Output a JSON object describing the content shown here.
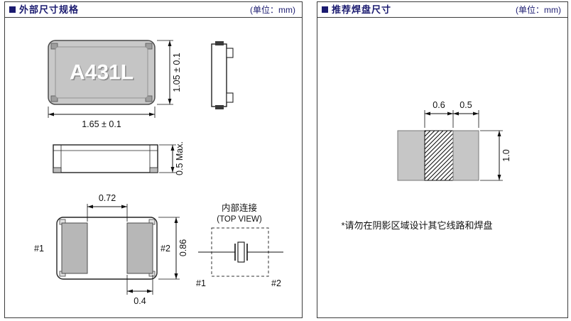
{
  "colors": {
    "accent_navy": "#1b1b70",
    "component_body_gray": "#c9c9c9",
    "pad_gray": "#b7b7b7",
    "line_black": "#111111"
  },
  "left_panel": {
    "title": "外部尺寸规格",
    "unit": "(单位：mm)",
    "top_view": {
      "part_label": "A431L",
      "width_dim": "1.65 ± 0.1",
      "height_dim": "1.05 ± 0.1"
    },
    "side_view": {
      "thickness_dim": "0.5 Max."
    },
    "bottom_view": {
      "pad_span_dim": "0.72",
      "body_height_dim": "0.86",
      "pad_width_dim": "0.4",
      "pad1_label": "#1",
      "pad2_label": "#2"
    },
    "internal_connection": {
      "title": "内部连接",
      "subtitle": "(TOP VIEW)",
      "pin1_label": "#1",
      "pin2_label": "#2"
    }
  },
  "right_panel": {
    "title": "推荐焊盘尺寸",
    "unit": "(单位：mm)",
    "land_pattern": {
      "gap_dim": "0.6",
      "pad_width_dim": "0.5",
      "pad_height_dim": "1.0"
    },
    "note": "*请勿在阴影区域设计其它线路和焊盘"
  }
}
